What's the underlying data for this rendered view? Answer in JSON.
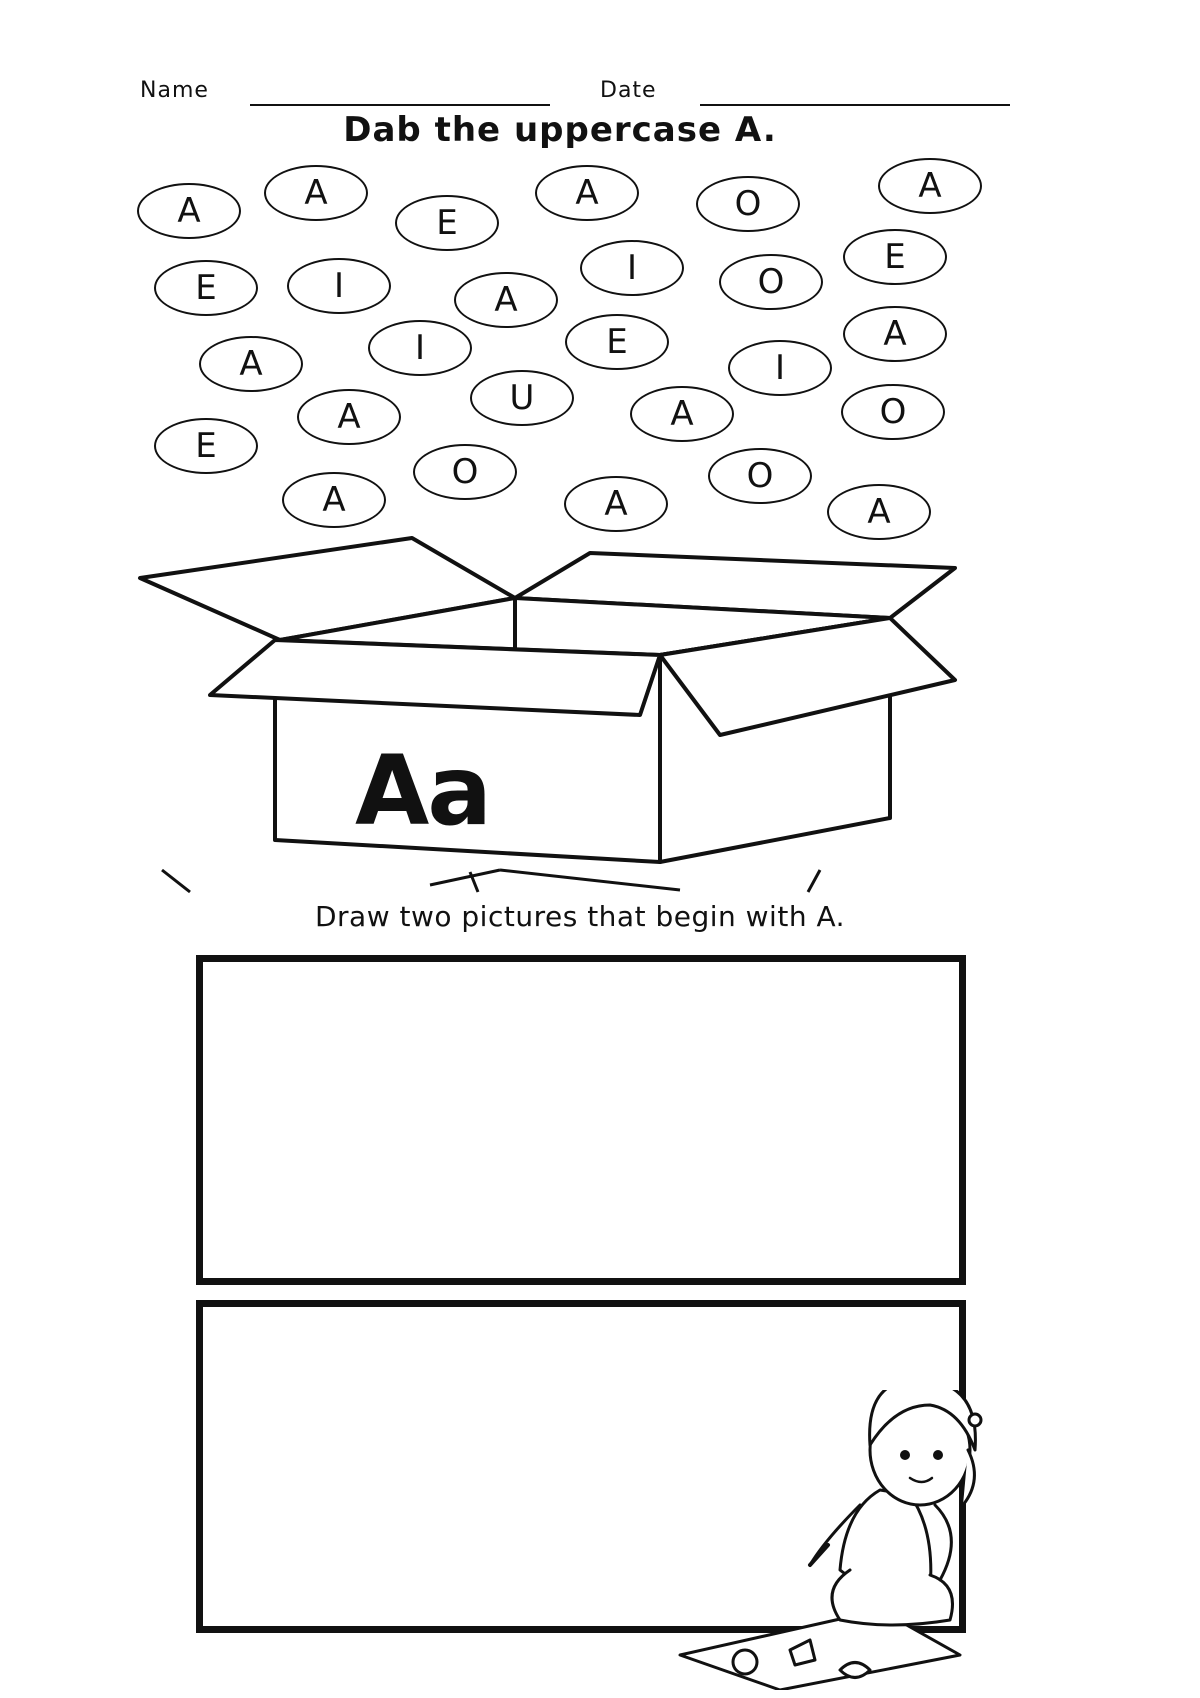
{
  "header": {
    "name_label": "Name",
    "date_label": "Date"
  },
  "dab_section": {
    "title": "Dab the uppercase A.",
    "letters": [
      "A",
      "A",
      "E",
      "A",
      "O",
      "A",
      "E",
      "I",
      "A",
      "I",
      "O",
      "E",
      "A",
      "I",
      "E",
      "I",
      "A",
      "A",
      "U",
      "A",
      "O",
      "E",
      "O",
      "A",
      "A",
      "O",
      "A"
    ]
  },
  "box": {
    "label": "Aa"
  },
  "draw_section": {
    "title": "Draw two pictures that begin with A."
  },
  "icons": [
    "open-box-icon",
    "girl-drawing-illustration"
  ]
}
